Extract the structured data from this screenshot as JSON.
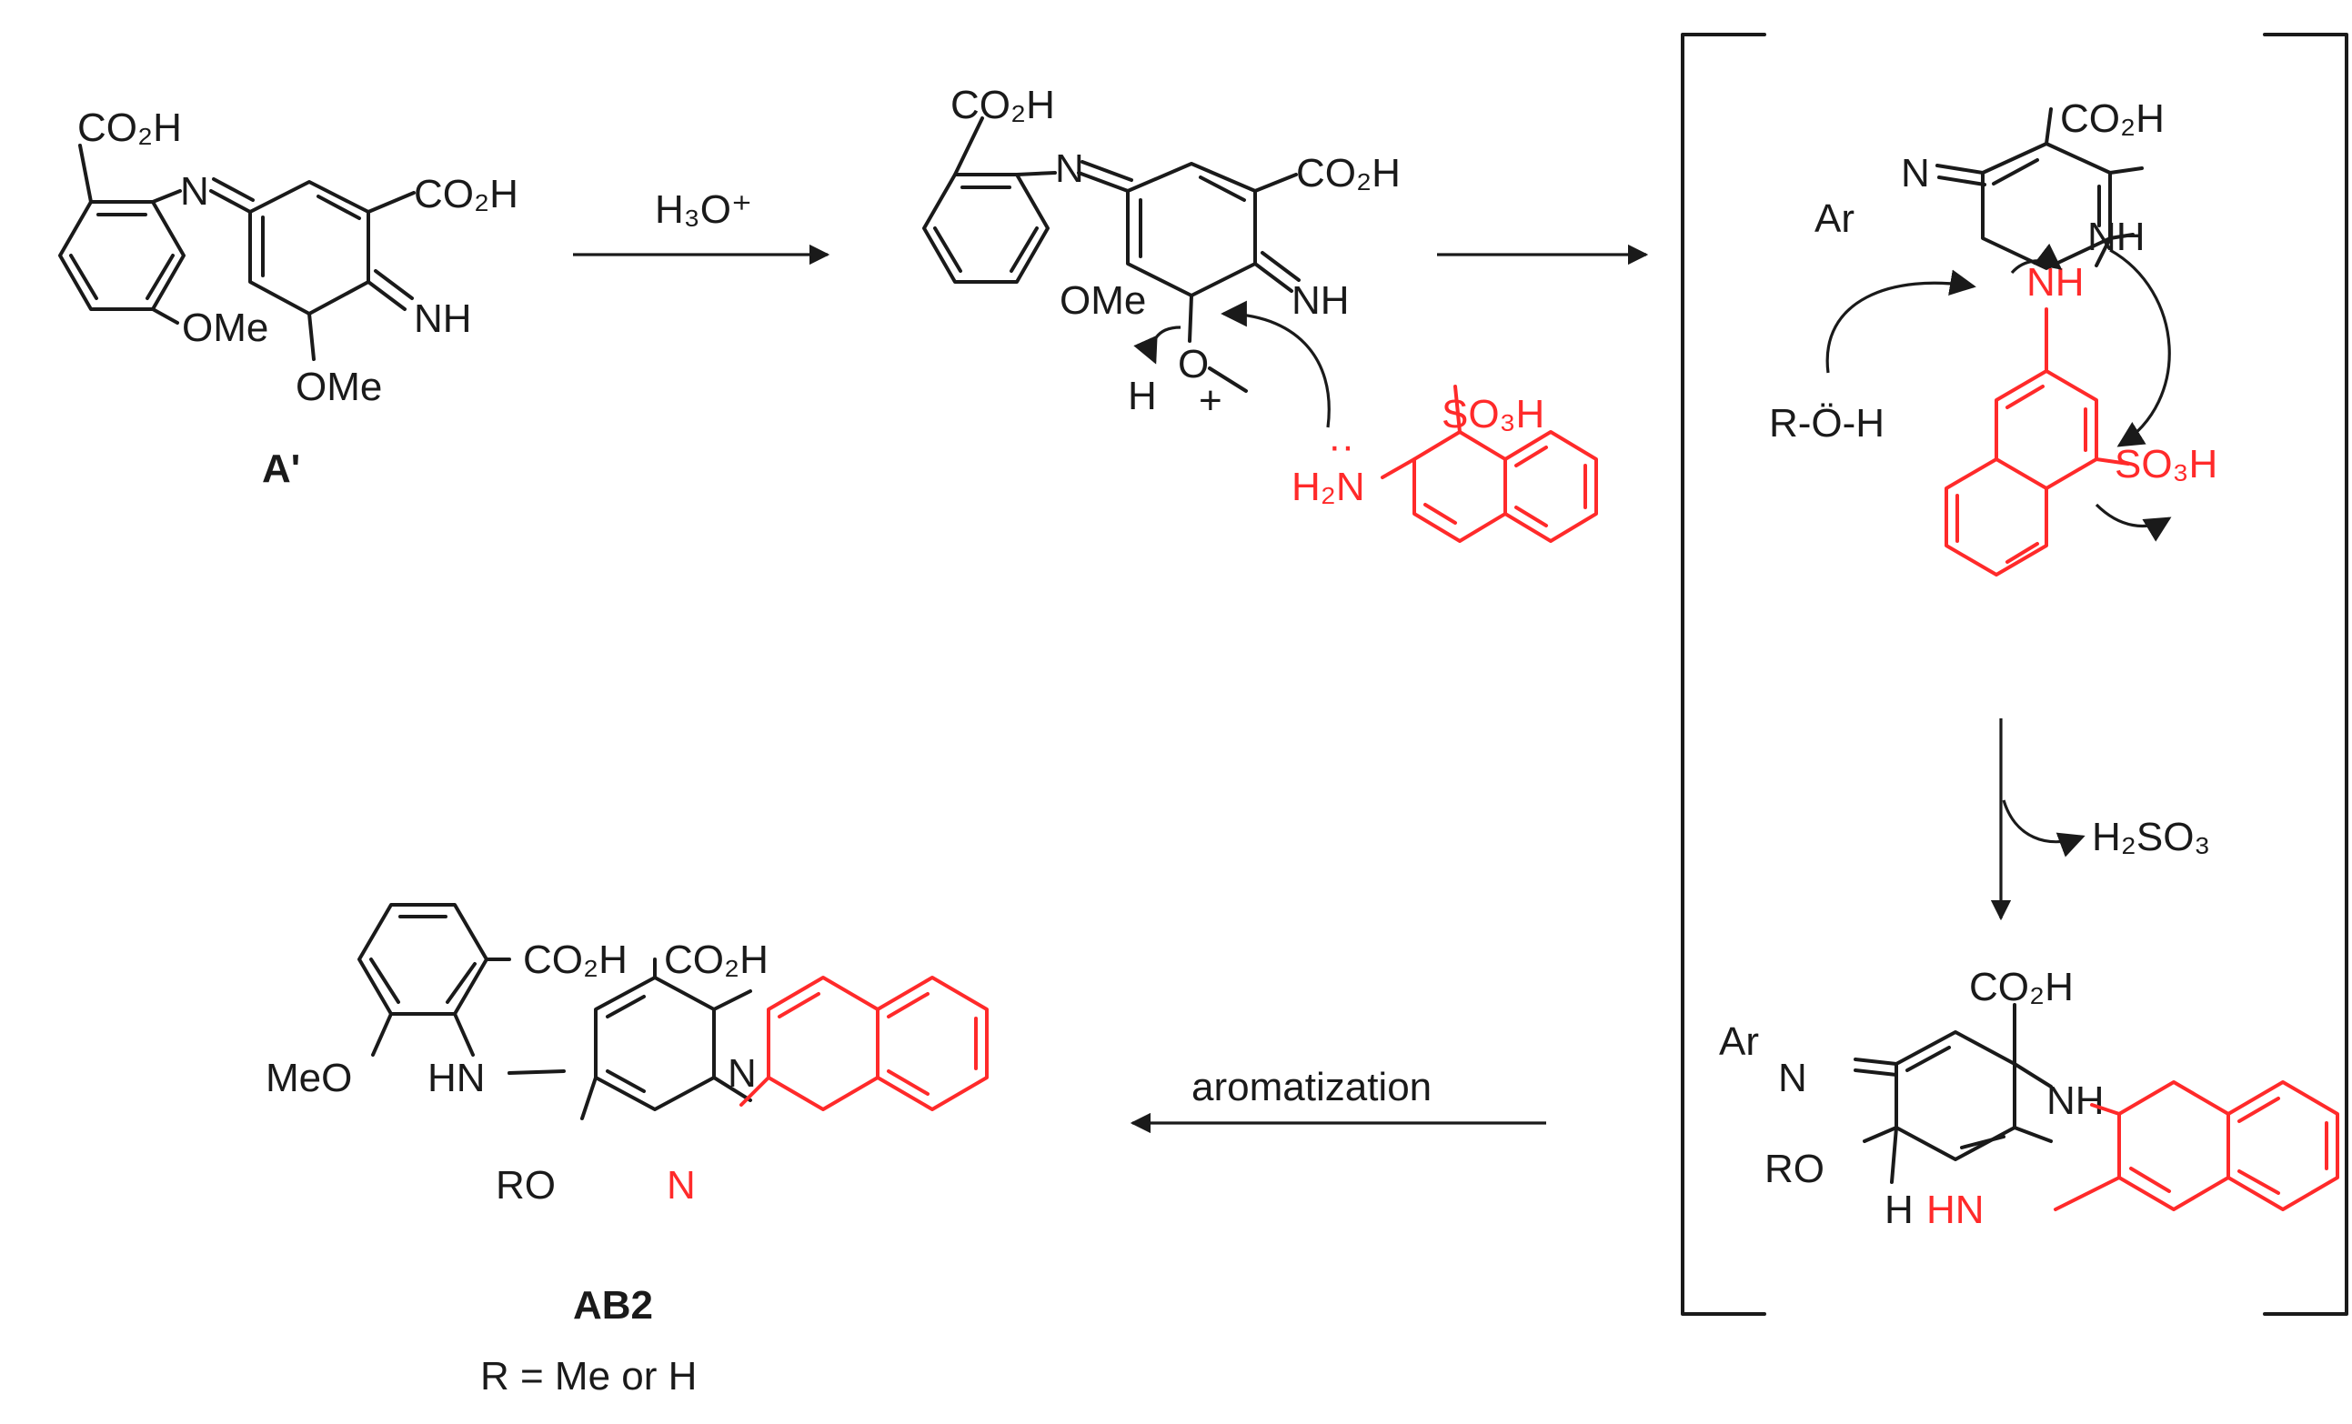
{
  "labels": {
    "co2h": "CO₂H",
    "ome": "OMe",
    "meo": "MeO",
    "n": "N",
    "nh": "NH",
    "hn": "HN",
    "eq_nh": "NH",
    "h": "H",
    "o": "O",
    "plus": "+",
    "ar": "Ar",
    "ro": "RO",
    "h2n": "H₂N",
    "so3h": "SO₃H",
    "roh": "R-Ö-H",
    "lone_pair": "··"
  },
  "compounds": {
    "start": "A'",
    "product": "AB2",
    "product_note": "R = Me or H"
  },
  "conditions": {
    "step1": "H₃O⁺",
    "byproduct": "H₂SO₃",
    "final": "aromatization"
  },
  "colors": {
    "black": "#1a1a1a",
    "red": "#ff2a2a"
  }
}
